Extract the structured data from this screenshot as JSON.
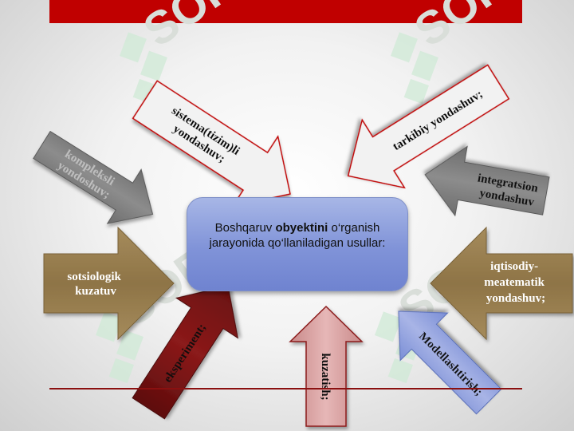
{
  "center": {
    "text_before": "Boshqaruv ",
    "text_bold": "obyektini",
    "text_after": " o‘rganish jarayonida qo‘llaniladigan usullar:"
  },
  "watermark": {
    "text": "SOF"
  },
  "methods": [
    {
      "id": "kompleksli",
      "label_line1": "kompleksli",
      "label_line2": "yondoshuv;",
      "color": "#808080",
      "text_color": "#bfbfbf"
    },
    {
      "id": "sistema",
      "label_line1": "sistema(tizim)li",
      "label_line2": "yondashuv;",
      "color": "#f2f2f2",
      "text_color": "#000000"
    },
    {
      "id": "tarkibiy",
      "label_line1": "tarkibiy yondashuv;",
      "color": "#f2f2f2",
      "text_color": "#000000"
    },
    {
      "id": "integratsion",
      "label_line1": "integratsion",
      "label_line2": "yondashuv",
      "color": "#808080",
      "text_color": "#111111"
    },
    {
      "id": "sotsiologik",
      "label_line1": "sotsiologik",
      "label_line2": "kuzatuv",
      "color": "#9a8256",
      "text_color": "#ffffff"
    },
    {
      "id": "iqtisodiy",
      "label_line1": "iqtisodiy-",
      "label_line2": "meatematik",
      "label_line3": "yondashuv;",
      "color": "#9a8256",
      "text_color": "#ffffff"
    },
    {
      "id": "eksperiment",
      "label_line1": "eksperiment;",
      "color": "#8b1a1a",
      "text_color": "#111111"
    },
    {
      "id": "kuzatish",
      "label_line1": "kuzatish;",
      "color": "#d8a0a0",
      "text_color": "#111111"
    },
    {
      "id": "modellashtirish",
      "label_line1": "Modellashtirish;",
      "color": "#9aa8dd",
      "text_color": "#111111"
    }
  ]
}
